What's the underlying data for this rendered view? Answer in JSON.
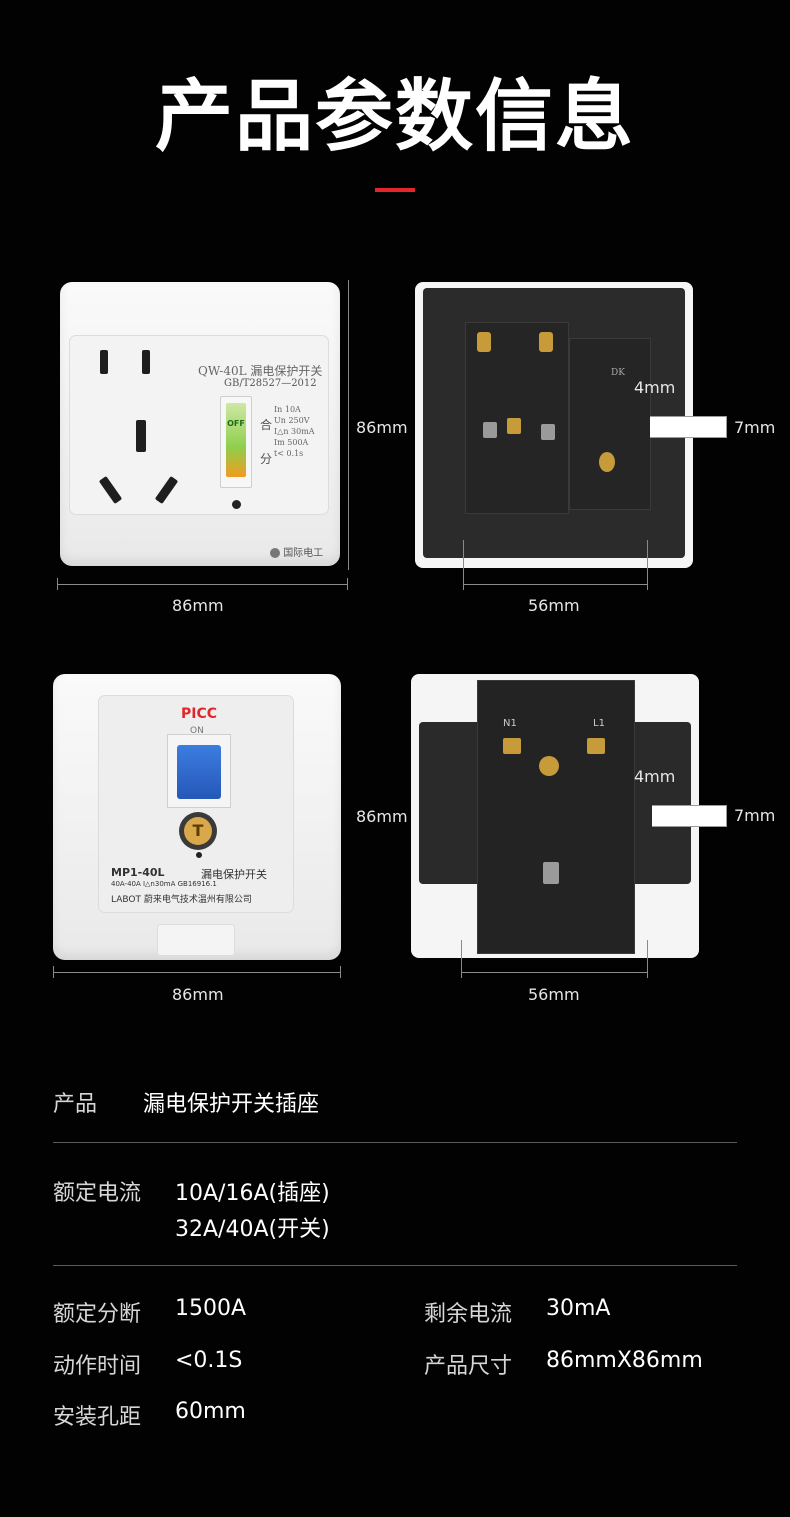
{
  "header": {
    "title": "产品参数信息"
  },
  "product1": {
    "front": {
      "model": "QW-40L",
      "name": "漏电保护开关",
      "standard": "GB/T28527—2012",
      "switch_state": "OFF",
      "he": "合",
      "fen": "分",
      "ratings": [
        "In  10A",
        "Un  250V",
        "I△n 30mA",
        "Im  500A",
        "t<  0.1s"
      ],
      "brand": "国际电工"
    },
    "front_width": "86mm",
    "front_height": "86mm",
    "back_width": "56mm",
    "back_depth": "4mm",
    "back_side": "7mm",
    "back_text": "DK"
  },
  "product2": {
    "front": {
      "logo": "PICC",
      "on_label": "ON",
      "test_button": "T",
      "model": "MP1-40L",
      "name": "漏电保护开关",
      "rating_line": "40A-40A   I△n30mA   GB16916.1",
      "brand_latin": "LABOT",
      "company": "蔚来电气技术温州有限公司"
    },
    "front_width": "86mm",
    "front_height": "86mm",
    "back_width": "56mm",
    "back_depth": "4mm",
    "back_side": "7mm",
    "back_terminals": [
      "N1",
      "L1"
    ]
  },
  "specs": {
    "product_label": "产品",
    "product_value": "漏电保护开关插座",
    "current_label": "额定电流",
    "current_value_1": "10A/16A(插座)",
    "current_value_2": "32A/40A(开关)",
    "breaking_label": "额定分断",
    "breaking_value": "1500A",
    "residual_label": "剩余电流",
    "residual_value": "30mA",
    "time_label": "动作时间",
    "time_value": "<0.1S",
    "size_label": "产品尺寸",
    "size_value": "86mmX86mm",
    "hole_label": "安装孔距",
    "hole_value": "60mm"
  },
  "colors": {
    "accent": "#e3262b",
    "background": "#020202",
    "switch_green": "#7ac943",
    "switch_blue": "#2f6fd6"
  }
}
